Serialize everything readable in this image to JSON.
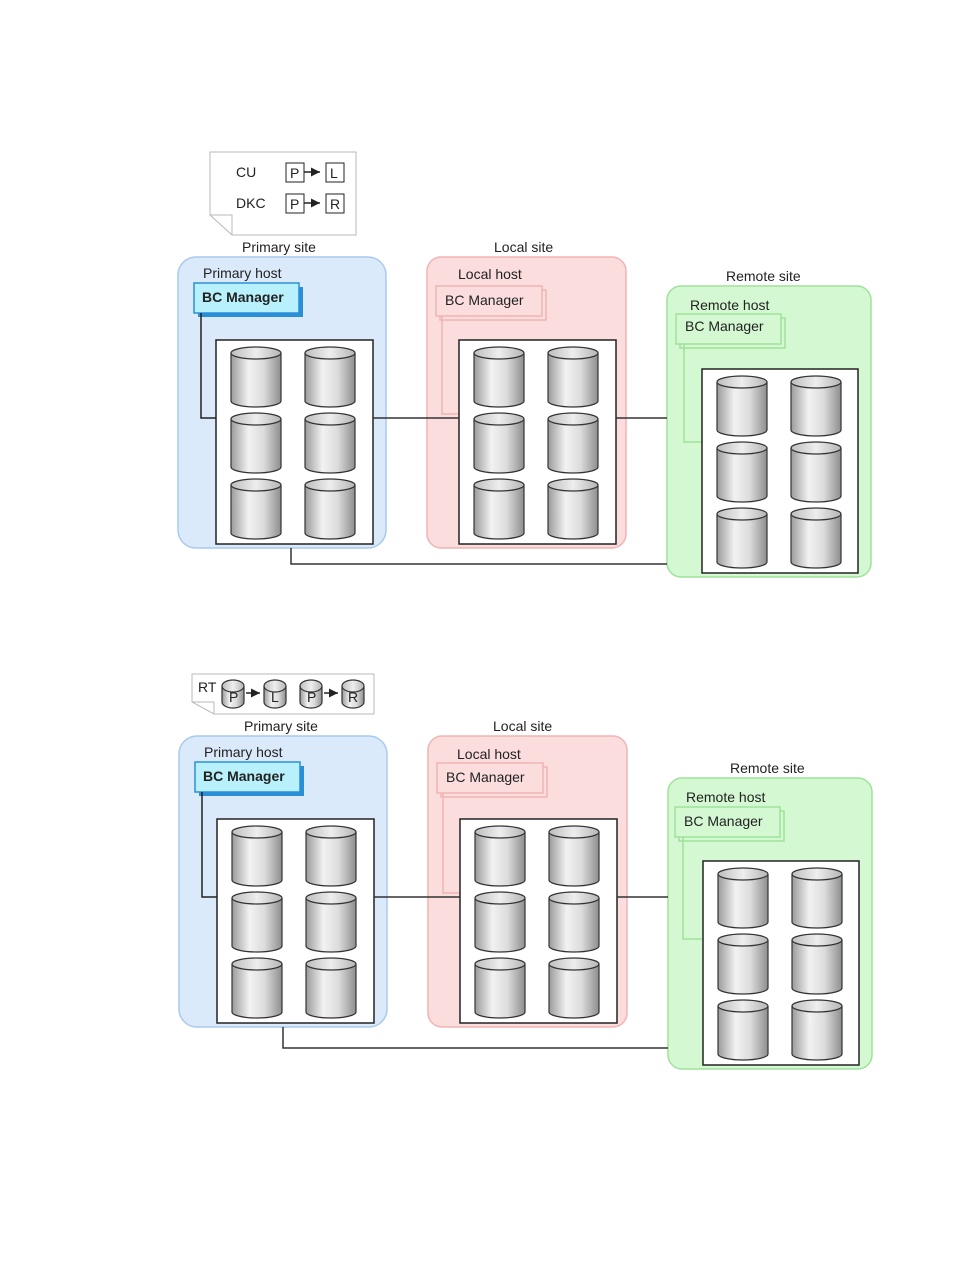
{
  "colors": {
    "primary_fill": "#dbeafb",
    "primary_stroke": "#a9c9ee",
    "local_fill": "#fbdddd",
    "local_stroke": "#f0b4b4",
    "remote_fill": "#d4f8d2",
    "remote_stroke": "#9ee29a",
    "bc_primary_fill": "#b8f1fb",
    "bc_primary_stroke": "#2a8fd6"
  },
  "diagrams": [
    {
      "legend": {
        "cu_label": "CU",
        "dkc_label": "DKC",
        "cu_from": "P",
        "cu_to": "L",
        "dkc_from": "P",
        "dkc_to": "R"
      },
      "sites": {
        "primary": {
          "site_label": "Primary site",
          "host_label": "Primary host",
          "bc_label": "BC Manager"
        },
        "local": {
          "site_label": "Local site",
          "host_label": "Local host",
          "bc_label": "BC Manager"
        },
        "remote": {
          "site_label": "Remote site",
          "host_label": "Remote host",
          "bc_label": "BC Manager"
        }
      }
    },
    {
      "legend": {
        "rt_label": "RT",
        "pair1_from": "P",
        "pair1_to": "L",
        "pair2_from": "P",
        "pair2_to": "R"
      },
      "sites": {
        "primary": {
          "site_label": "Primary site",
          "host_label": "Primary host",
          "bc_label": "BC Manager"
        },
        "local": {
          "site_label": "Local site",
          "host_label": "Local host",
          "bc_label": "BC Manager"
        },
        "remote": {
          "site_label": "Remote site",
          "host_label": "Remote host",
          "bc_label": "BC Manager"
        }
      }
    }
  ]
}
